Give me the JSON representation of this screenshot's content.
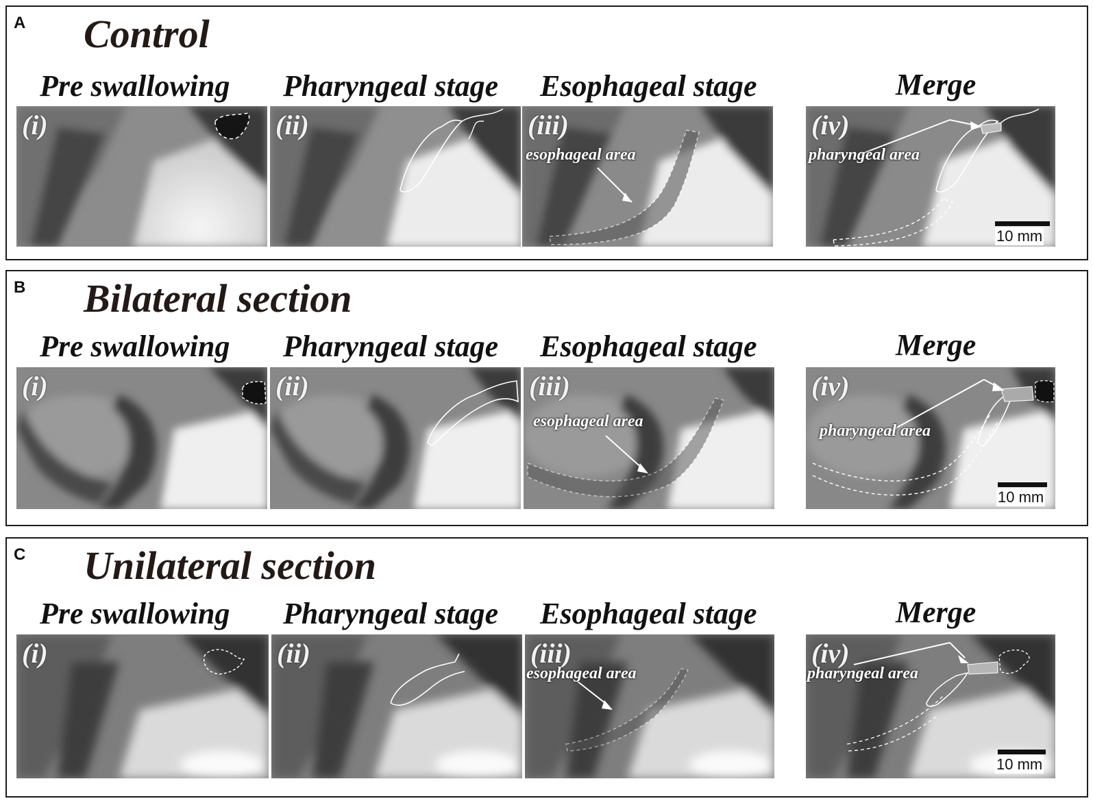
{
  "panels": [
    {
      "letter": "A",
      "title": "Control",
      "columns": [
        {
          "heading": "Pre swallowing",
          "roman": "(i)"
        },
        {
          "heading": "Pharyngeal stage",
          "roman": "(ii)"
        },
        {
          "heading": "Esophageal stage",
          "roman": "(iii)",
          "annotation": "esophageal area"
        },
        {
          "heading": "Merge",
          "roman": "(iv)",
          "annotation": "pharyngeal area"
        }
      ],
      "scale": "10 mm"
    },
    {
      "letter": "B",
      "title": "Bilateral section",
      "columns": [
        {
          "heading": "Pre swallowing",
          "roman": "(i)"
        },
        {
          "heading": "Pharyngeal stage",
          "roman": "(ii)"
        },
        {
          "heading": "Esophageal stage",
          "roman": "(iii)",
          "annotation": "esophageal area"
        },
        {
          "heading": "Merge",
          "roman": "(iv)",
          "annotation": "pharyngeal area"
        }
      ],
      "scale": "10 mm"
    },
    {
      "letter": "C",
      "title": "Unilateral section",
      "columns": [
        {
          "heading": "Pre swallowing",
          "roman": "(i)"
        },
        {
          "heading": "Pharyngeal stage",
          "roman": "(ii)"
        },
        {
          "heading": "Esophageal stage",
          "roman": "(iii)",
          "annotation": "esophageal area"
        },
        {
          "heading": "Merge",
          "roman": "(iv)",
          "annotation": "pharyngeal area"
        }
      ],
      "scale": "10 mm"
    }
  ]
}
